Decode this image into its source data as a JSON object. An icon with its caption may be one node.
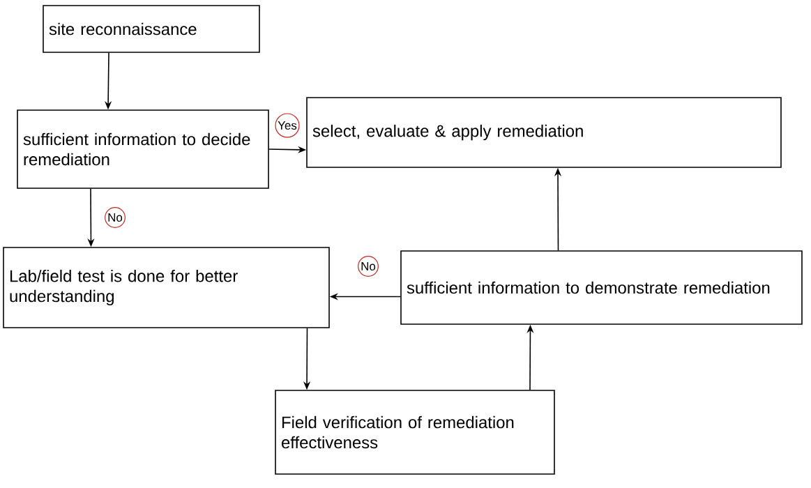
{
  "diagram": {
    "nodes": [
      {
        "text": [
          "site reconnaissance"
        ]
      },
      {
        "text": [
          "sufficient information to decide remediation"
        ]
      },
      {
        "text": [
          "select, evaluate & apply remediation"
        ]
      },
      {
        "text": [
          "Lab/field test is done for better understanding"
        ]
      },
      {
        "text": [
          "sufficient information to demonstrate remediation"
        ]
      },
      {
        "text": [
          "Field verification of remediation effectiveness"
        ]
      }
    ],
    "edges": [
      {
        "from": 0,
        "to": 1,
        "arrow": "to"
      },
      {
        "from": 1,
        "to": 2,
        "arrow": "to",
        "label": "Yes"
      },
      {
        "from": 1,
        "to": 3,
        "arrow": "to",
        "label": "No"
      },
      {
        "from": 4,
        "to": 3,
        "arrow": "to",
        "label": "No"
      },
      {
        "from": 4,
        "to": 2,
        "arrow": "to"
      },
      {
        "from": 3,
        "to": 5,
        "arrow": "to"
      },
      {
        "from": 5,
        "to": 4,
        "arrow": "to"
      }
    ]
  }
}
